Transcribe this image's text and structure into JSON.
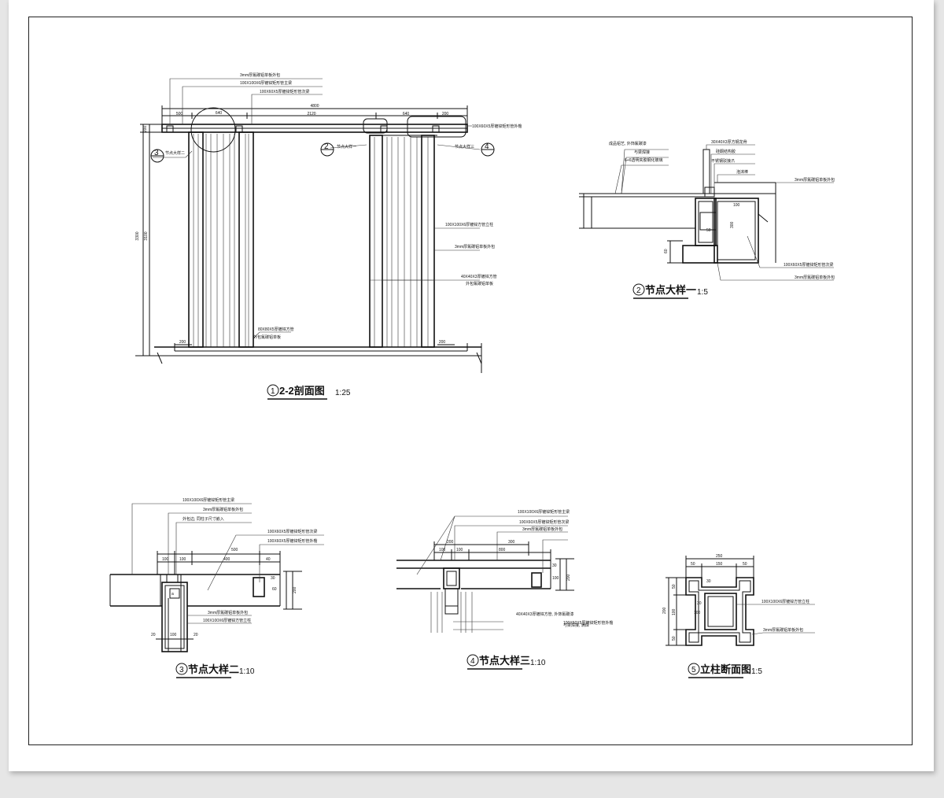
{
  "views": {
    "section": {
      "index": "1",
      "title": "2-2剖面图",
      "scale": "1:25"
    },
    "detail1": {
      "index": "2",
      "title": "节点大样一",
      "scale": "1:5"
    },
    "detail2": {
      "index": "3",
      "title": "节点大样二",
      "scale": "1:10"
    },
    "detail3": {
      "index": "4",
      "title": "节点大样三",
      "scale": "1:10"
    },
    "column": {
      "index": "5",
      "title": "立柱断面图",
      "scale": "1:5"
    }
  },
  "section_labels": {
    "a1": "3mm厚氟碳铝单板外包",
    "a2": "100X100X6厚镀锌矩形管主梁",
    "a3": "100X60X5厚镀锌矩形管次梁",
    "a4": "100X60X5厚镀锌矩形管外檐",
    "a5": "100X100X6厚镀锌方管立柱",
    "a6": "3mm厚氟碳铝单板外包",
    "a7": "40X40X3厚镀锌方管",
    "a8": "外包氟碳铝单板",
    "a9": "80X80X5厚镀锌方管",
    "a10": "外包氟碳铝单板",
    "ref2": "节点大样一",
    "ref3": "节点大样三",
    "ref4": "节点大样二"
  },
  "section_dims": {
    "overall": "4800",
    "top_left": "500",
    "top_mid1": "640",
    "top_mid2": "2120",
    "top_mid3": "640",
    "top_right": "200",
    "height_total": "3300",
    "height_col": "3100",
    "height_top": "200",
    "base_left": "200",
    "base_right": "200"
  },
  "detail1_labels": {
    "b1": "成品铝艺, 外饰氟碳漆",
    "b2": "与梁焊接",
    "b3": "6+6透明夹胶钢化玻璃",
    "b4": "30X40X3厚方钢龙骨",
    "b5": "硅酮结构胶",
    "b6": "不锈钢驳接爪",
    "b7": "泡沫棒",
    "b8": "3mm厚氟碳铝单板外包",
    "b9": "100X60X5厚镀锌矩形管次梁",
    "b10": "3mm厚氟碳铝单板外包"
  },
  "detail1_dims": {
    "d1": "100",
    "d2": "300",
    "d3": "60",
    "d4": "50"
  },
  "detail2_labels": {
    "c1": "100X100X6厚镀锌矩形管主梁",
    "c2": "3mm厚氟碳铝单板外包",
    "c3": "外包边, 同柱子尺寸嵌入",
    "c4": "100X60X5厚镀锌矩形管次梁",
    "c5": "100X60X5厚镀锌矩形管外檐",
    "c6": "3mm厚氟碳铝单板外包",
    "c7": "100X100X6厚镀锌方管立柱"
  },
  "detail2_dims": {
    "w1": "100",
    "w2": "100",
    "w3": "400",
    "w4": "500",
    "w5": "40",
    "h1": "30",
    "h2": "60",
    "h3": "200",
    "b1": "20",
    "b2": "100",
    "b3": "20"
  },
  "detail3_labels": {
    "e1": "100X100X6厚镀锌矩形管主梁",
    "e2": "100X60X5厚镀锌矩形管次梁",
    "e3": "3mm厚氟碳铝单板外包",
    "e4": "100X60X5厚镀锌矩形管外檐",
    "e5": "40X40X3厚镀锌方管, 外饰氟碳漆",
    "e6": "与梁焊接, 满焊"
  },
  "detail3_dims": {
    "w1": "200",
    "w2": "100",
    "w3": "100",
    "w4": "300",
    "w5": "800",
    "h1": "30",
    "h2": "100",
    "h3": "200"
  },
  "column_labels": {
    "f1": "100X100X6厚镀锌方管立柱",
    "f2": "3mm厚氟碳铝单板外包"
  },
  "column_dims": {
    "top": "250",
    "t1": "50",
    "t2": "150",
    "t3": "50",
    "left_total": "200",
    "l1": "50",
    "l2": "100",
    "l3": "50",
    "in1": "30",
    "in2": "100",
    "in3": "30"
  }
}
